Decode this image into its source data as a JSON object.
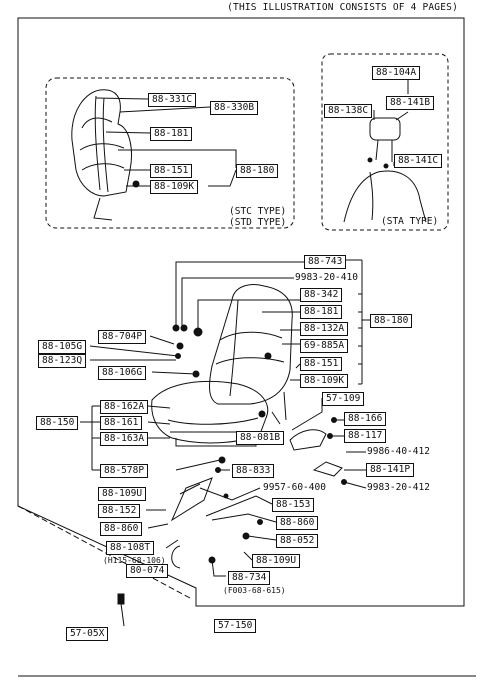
{
  "header": {
    "text": "(THIS ILLUSTRATION CONSISTS OF  4 PAGES)"
  },
  "stc_group": {
    "type_line1": "(STC TYPE)",
    "type_line2": "(STD TYPE)"
  },
  "sta_group": {
    "type_label": "(STA TYPE)"
  },
  "labels": {
    "l_331c": "88-331C",
    "l_330b": "88-330B",
    "l_181a": "88-181",
    "l_151a": "88-151",
    "l_180a": "88-180",
    "l_109ka": "88-109K",
    "l_104a": "88-104A",
    "l_141b": "88-141B",
    "l_138c": "88-138C",
    "l_141c": "88-141C",
    "l_743": "88-743",
    "p_9983_410": "9983-20-410",
    "l_342": "88-342",
    "l_181b": "88-181",
    "l_132a": "88-132A",
    "l_180b": "88-180",
    "l_704p": "88-704P",
    "l_105g": "88-105G",
    "l_123q": "88-123Q",
    "l_885a": "69-885A",
    "l_151b": "88-151",
    "l_106g": "88-106G",
    "l_109kb": "88-109K",
    "l_162a": "88-162A",
    "l_109": "57-109",
    "l_150": "88-150",
    "l_161": "88-161",
    "l_166": "88-166",
    "l_081b": "88-081B",
    "l_163a": "88-163A",
    "l_117": "88-117",
    "p_9986": "9986-40-412",
    "l_141p": "88-141P",
    "l_578p": "88-578P",
    "l_833": "88-833",
    "p_9983_412": "9983-20-412",
    "l_109u_a": "88-109U",
    "p_9957": "9957-60-400",
    "l_153": "88-153",
    "l_152": "88-152",
    "l_860a": "88-860",
    "l_860b": "88-860",
    "l_052": "88-052",
    "l_108t": "88-108T",
    "n_h115": "(H115-68-106)",
    "l_109u_b": "88-109U",
    "l_074": "80-074",
    "l_734": "88-734",
    "n_f003": "(F003-68-615)",
    "l_150b": "57-150",
    "l_05x": "57-05X"
  },
  "colors": {
    "ink": "#111111",
    "paper": "#ffffff"
  }
}
